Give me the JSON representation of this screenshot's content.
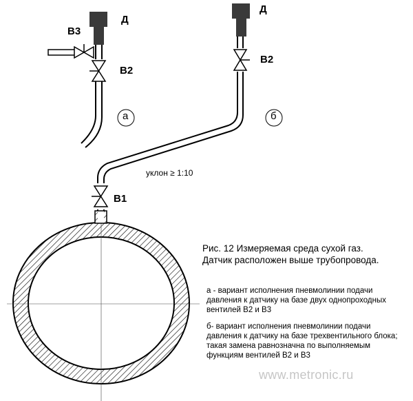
{
  "labels": {
    "sensor_a": "Д",
    "sensor_b": "Д",
    "valve_b3": "В3",
    "valve_b2_a": "В2",
    "valve_b2_b": "В2",
    "valve_b1": "В1",
    "variant_a": "а",
    "variant_b": "б",
    "slope": "уклон ≥ 1:10"
  },
  "caption": {
    "line1": "Рис. 12  Измеряемая среда сухой газ.",
    "line2": "Датчик расположен выше трубопровода."
  },
  "note_a": {
    "line1": "а - вариант исполнения пневмолинии подачи",
    "line2": "давления к датчику на базе двух однопроходных",
    "line3": "вентилей В2 и В3"
  },
  "note_b": {
    "line1": "б- вариант исполнения пневмолинии подачи",
    "line2": "давления к датчику на базе трехвентильного блока;",
    "line3": "такая замена равнозначна по выполняемым",
    "line4": "функциям  вентилей В2 и В3"
  },
  "watermark": "www.metronic.ru",
  "colors": {
    "line": "#000000",
    "sensor": "#3a3a3a",
    "watermark": "#c6c6c6"
  }
}
